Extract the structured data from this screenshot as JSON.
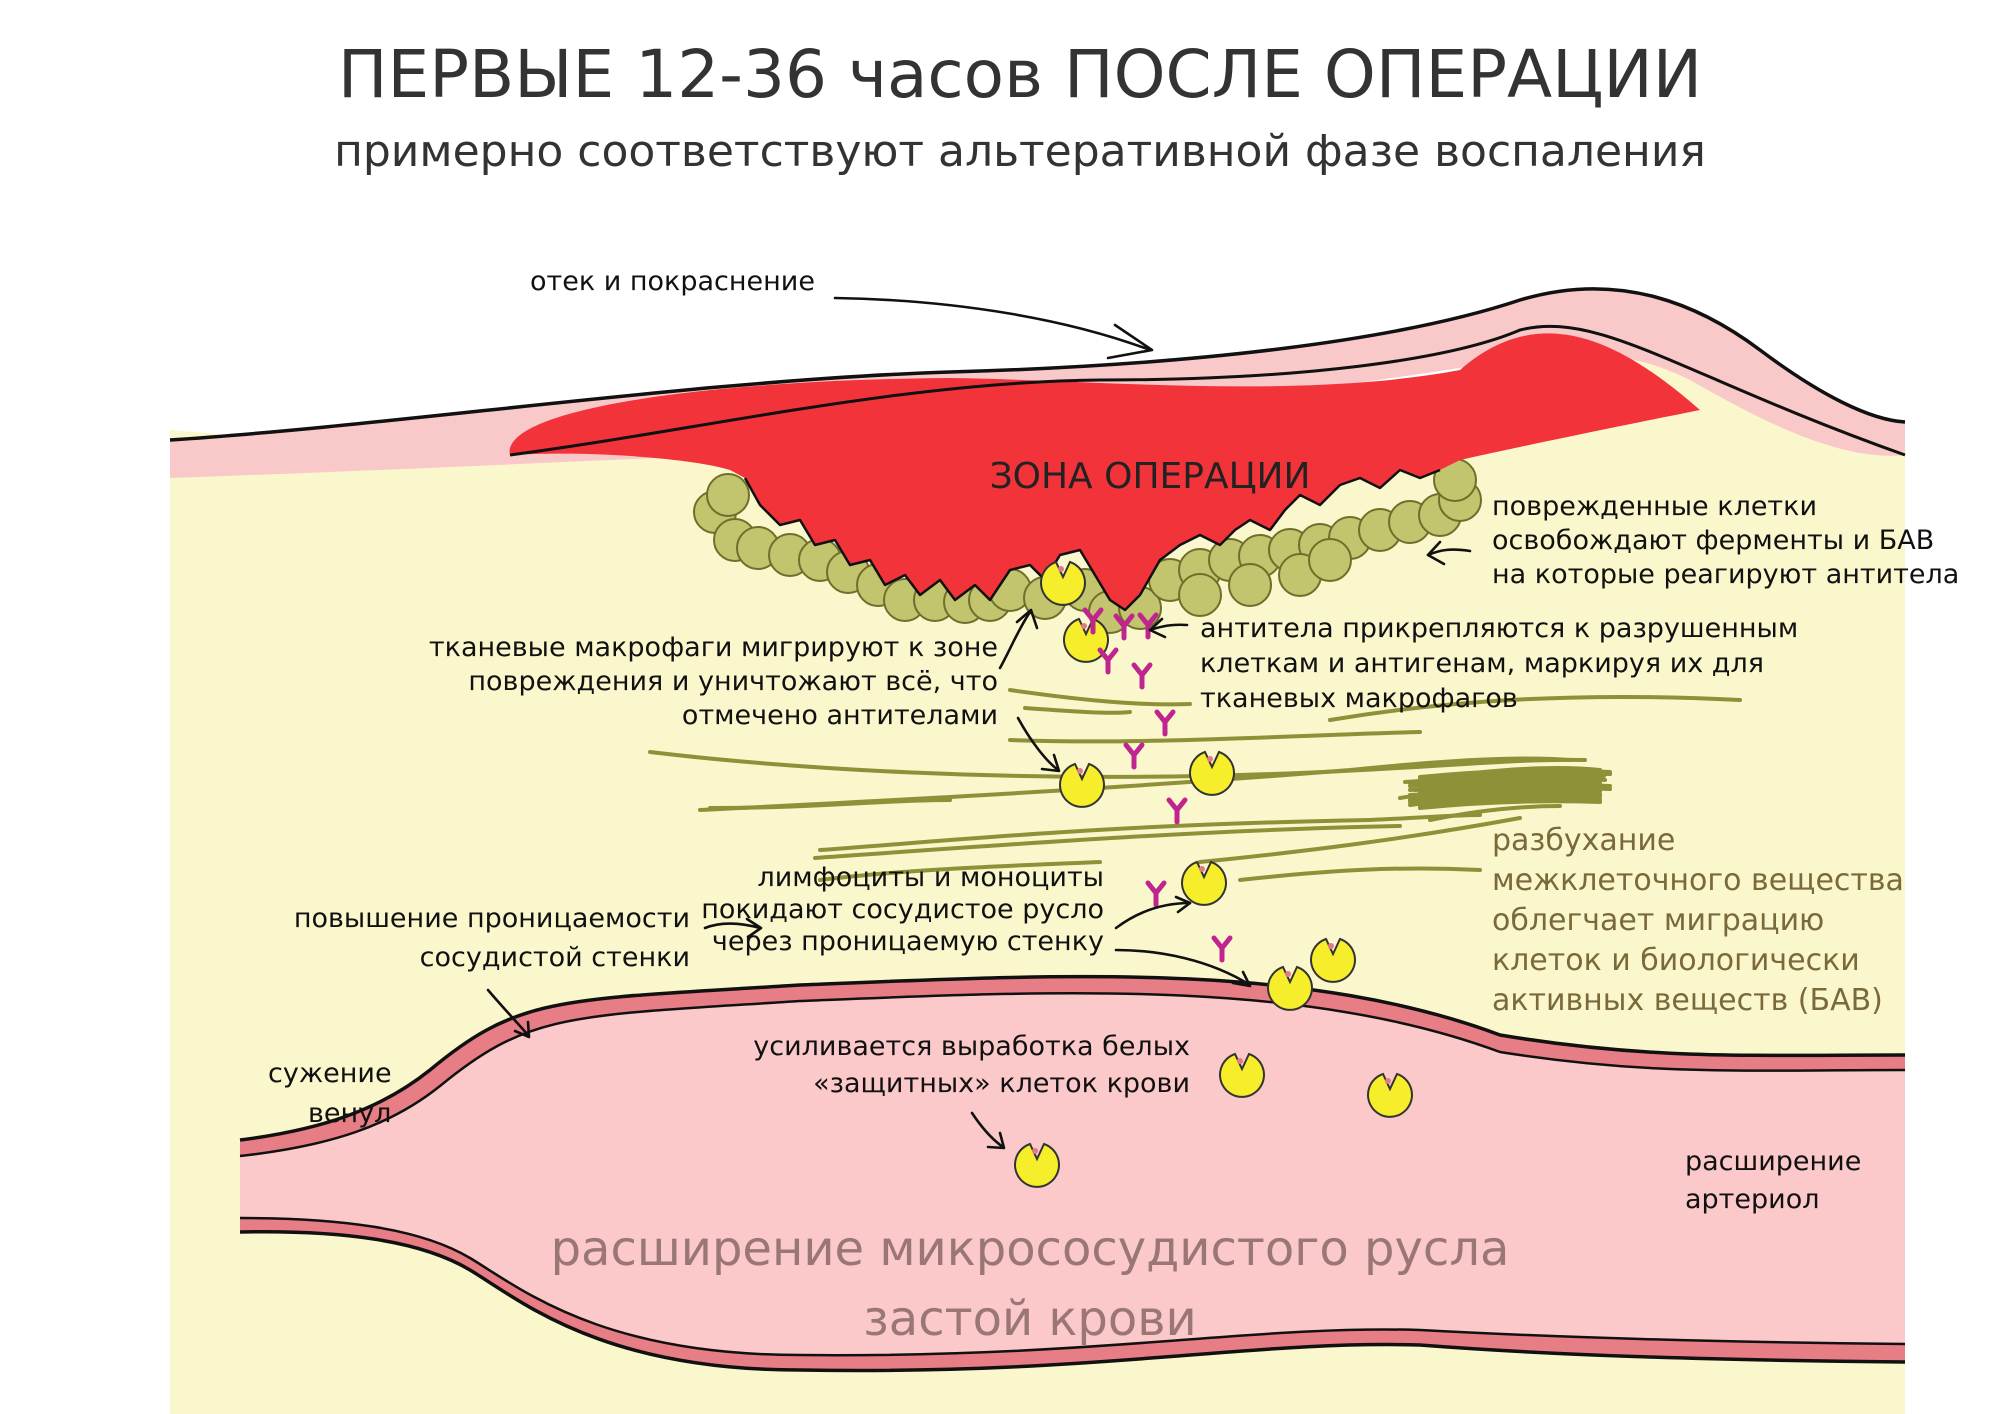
{
  "title": {
    "main": "ПЕРВЫЕ 12-36 часов ПОСЛЕ ОПЕРАЦИИ",
    "subtitle": "примерно соответствуют альтеративной фазе воспаления"
  },
  "zone_label": "ЗОНА ОПЕРАЦИИ",
  "labels": {
    "edema": "отек и покраснение",
    "damaged_cells": [
      "поврежденные клетки",
      "освобождают ферменты и БАВ",
      "на которые реагируют антитела"
    ],
    "macrophages": [
      "тканевые макрофаги мигрируют к зоне",
      "повреждения и уничтожают всё, что",
      "отмечено антителами"
    ],
    "antibodies": [
      "антитела прикрепляются к разрушенным",
      "клеткам и антигенам, маркируя их для",
      "тканевых макрофагов"
    ],
    "swelling": [
      "разбухание",
      "межклеточного вещества",
      "облегчает миграцию",
      "клеток и биологически",
      "активных веществ (БАВ)"
    ],
    "lymphocytes": [
      "лимфоциты и моноциты",
      "покидают сосудистое русло",
      "через проницаемую стенку"
    ],
    "permeability": [
      "повышение проницаемости",
      "сосудистой стенки"
    ],
    "venule": [
      "сужение",
      "венул"
    ],
    "white_cells": [
      "усиливается выработка белых",
      "«защитных» клеток крови"
    ],
    "arterioles": [
      "расширение",
      "артериол"
    ],
    "bottom": [
      "расширение микрососудистого русла",
      "застой крови"
    ]
  },
  "colors": {
    "tissue": "#fbf7cc",
    "skin": "#f9c9c9",
    "wound": "#f3333a",
    "vessel_wall": "#e87e85",
    "vessel_lumen": "#fbc9c9",
    "damaged_cell": "#c3c46e",
    "macrophage": "#f6ee2a",
    "antibody": "#c0258f",
    "fiber": "#8f9138"
  }
}
